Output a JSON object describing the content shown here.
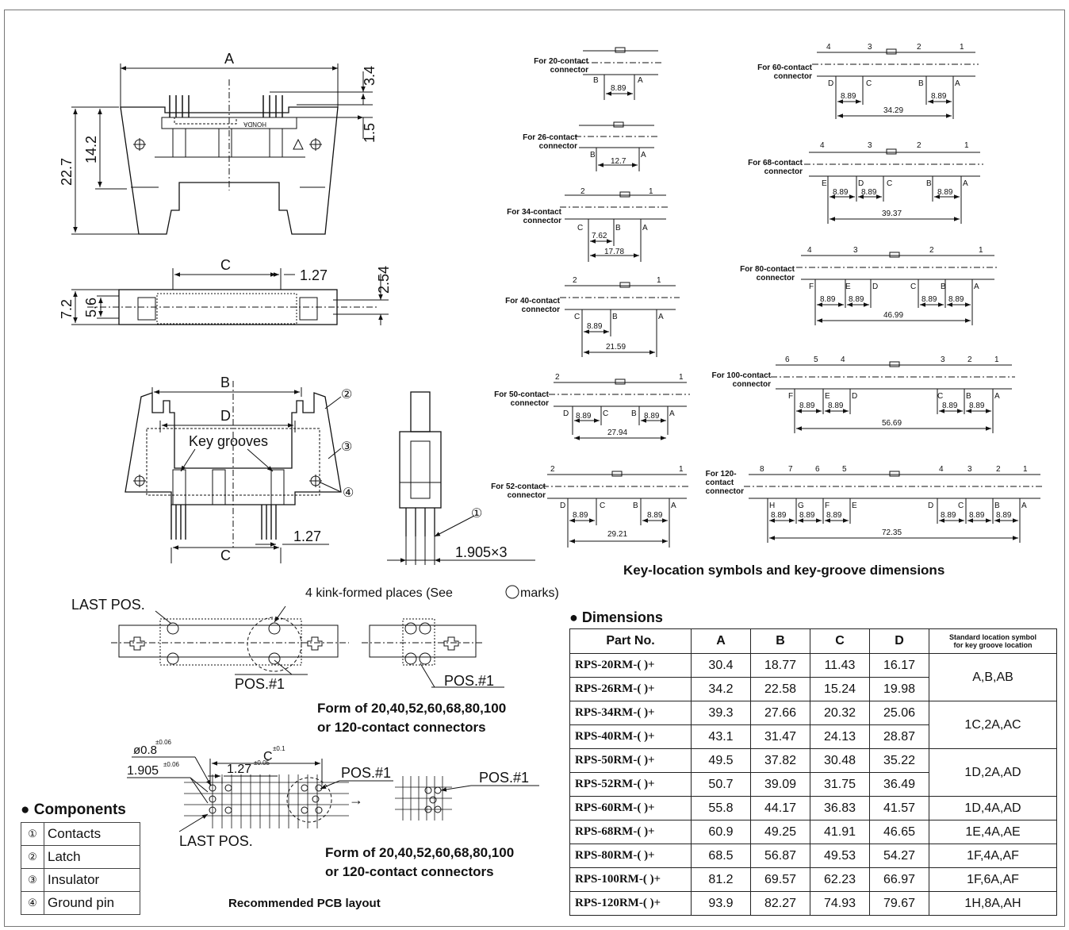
{
  "drawing": {
    "front_view": {
      "A": "A",
      "dim_3_4": "3.4",
      "dim_1_5": "1.5",
      "dim_22_7": "22.7",
      "dim_14_2": "14.2",
      "brand": "HONDA"
    },
    "top_view": {
      "C": "C",
      "dim_1_27": "1.27",
      "dim_2_54": "2.54",
      "dim_7_2": "7.2",
      "dim_5_6": "5.6"
    },
    "side_view": {
      "B": "B",
      "D": "D",
      "key_grooves": "Key grooves",
      "C": "C",
      "dim_1_27": "1.27"
    },
    "pin_view": {
      "dim_pitch": "1.905×3"
    },
    "callouts": [
      "①",
      "②",
      "③",
      "④"
    ],
    "kink": {
      "last_pos": "LAST POS.",
      "note": "4 kink-formed places (See",
      "note_tail": "marks)",
      "pos1_a": "POS.#1",
      "pos1_b": "POS.#1",
      "form1": "Form of 20,40,52,60,68,80,100",
      "form2": "or 120-contact connectors"
    },
    "pcb": {
      "dia": "ø0.8",
      "dia_tol": "±0.06",
      "c": "C",
      "c_tol": "±0.1",
      "p1905": "1.905",
      "p1905_tol": "±0.06",
      "p127": "1.27",
      "p127_tol": "±0.05",
      "pos1_a": "POS.#1",
      "pos1_b": "POS.#1",
      "last_pos": "LAST POS.",
      "arrow": "→",
      "form1": "Form of 20,40,52,60,68,80,100",
      "form2": "or 120-contact connectors",
      "caption": "Recommended PCB layout"
    }
  },
  "key_location": {
    "caption": "Key-location symbols and key-groove dimensions",
    "c20": {
      "label1": "For 20-contact",
      "label2": "connector",
      "sym": [
        "B",
        "A"
      ],
      "dims": [
        "8.89"
      ]
    },
    "c26": {
      "label1": "For 26-contact",
      "label2": "connector",
      "sym": [
        "B",
        "A"
      ],
      "dims": [
        "12.7"
      ]
    },
    "c34": {
      "label1": "For 34-contact",
      "label2": "connector",
      "top": [
        "2",
        "1"
      ],
      "sym": [
        "C",
        "B",
        "A"
      ],
      "dims": [
        "7.62",
        "17.78"
      ]
    },
    "c40": {
      "label1": "For 40-contact",
      "label2": "connector",
      "top": [
        "2",
        "1"
      ],
      "sym": [
        "C",
        "B",
        "A"
      ],
      "dims": [
        "8.89",
        "21.59"
      ]
    },
    "c50": {
      "label1": "For 50-contact",
      "label2": "connector",
      "top": [
        "2",
        "1"
      ],
      "sym": [
        "D",
        "C",
        "B",
        "A"
      ],
      "dims": [
        "8.89",
        "8.89",
        "27.94"
      ]
    },
    "c52": {
      "label1": "For 52-contact",
      "label2": "connector",
      "top": [
        "2",
        "1"
      ],
      "sym": [
        "D",
        "C",
        "B",
        "A"
      ],
      "dims": [
        "8.89",
        "8.89",
        "29.21"
      ]
    },
    "c60": {
      "label1": "For 60-contact",
      "label2": "connector",
      "top": [
        "4",
        "3",
        "2",
        "1"
      ],
      "sym": [
        "D",
        "C",
        "B",
        "A"
      ],
      "dims": [
        "8.89",
        "8.89",
        "34.29"
      ]
    },
    "c68": {
      "label1": "For 68-contact",
      "label2": "connector",
      "top": [
        "4",
        "3",
        "2",
        "1"
      ],
      "sym": [
        "E",
        "D",
        "C",
        "B",
        "A"
      ],
      "dims": [
        "8.89",
        "8.89",
        "8.89",
        "39.37"
      ]
    },
    "c80": {
      "label1": "For 80-contact",
      "label2": "connector",
      "top": [
        "4",
        "3",
        "2",
        "1"
      ],
      "sym": [
        "F",
        "E",
        "D",
        "C",
        "B",
        "A"
      ],
      "dims": [
        "8.89",
        "8.89",
        "8.89",
        "8.89",
        "46.99"
      ]
    },
    "c100": {
      "label1": "For 100-contact",
      "label2": "connector",
      "top": [
        "6",
        "5",
        "4",
        "3",
        "2",
        "1"
      ],
      "sym": [
        "F",
        "E",
        "D",
        "C",
        "B",
        "A"
      ],
      "dims": [
        "8.89",
        "8.89",
        "8.89",
        "8.89",
        "56.69"
      ]
    },
    "c120": {
      "label1": "For 120-",
      "label2": "contact",
      "label3": "connector",
      "top": [
        "8",
        "7",
        "6",
        "5",
        "4",
        "3",
        "2",
        "1"
      ],
      "sym": [
        "H",
        "G",
        "F",
        "E",
        "D",
        "C",
        "B",
        "A"
      ],
      "dims": [
        "8.89",
        "8.89",
        "8.89",
        "8.89",
        "8.89",
        "8.89",
        "72.35"
      ]
    }
  },
  "dimensions": {
    "title": "● Dimensions",
    "headers": [
      "Part No.",
      "A",
      "B",
      "C",
      "D",
      "Standard location symbol",
      "for key groove location"
    ],
    "rows": [
      {
        "part": "RPS-20RM-(  )+",
        "A": "30.4",
        "B": "18.77",
        "C": "11.43",
        "D": "16.17"
      },
      {
        "part": "RPS-26RM-(  )+",
        "A": "34.2",
        "B": "22.58",
        "C": "15.24",
        "D": "19.98"
      },
      {
        "part": "RPS-34RM-(  )+",
        "A": "39.3",
        "B": "27.66",
        "C": "20.32",
        "D": "25.06"
      },
      {
        "part": "RPS-40RM-(  )+",
        "A": "43.1",
        "B": "31.47",
        "C": "24.13",
        "D": "28.87"
      },
      {
        "part": "RPS-50RM-(  )+",
        "A": "49.5",
        "B": "37.82",
        "C": "30.48",
        "D": "35.22"
      },
      {
        "part": "RPS-52RM-(  )+",
        "A": "50.7",
        "B": "39.09",
        "C": "31.75",
        "D": "36.49"
      },
      {
        "part": "RPS-60RM-(  )+",
        "A": "55.8",
        "B": "44.17",
        "C": "36.83",
        "D": "41.57"
      },
      {
        "part": "RPS-68RM-(  )+",
        "A": "60.9",
        "B": "49.25",
        "C": "41.91",
        "D": "46.65"
      },
      {
        "part": "RPS-80RM-(  )+",
        "A": "68.5",
        "B": "56.87",
        "C": "49.53",
        "D": "54.27"
      },
      {
        "part": "RPS-100RM-(  )+",
        "A": "81.2",
        "B": "69.57",
        "C": "62.23",
        "D": "66.97"
      },
      {
        "part": "RPS-120RM-(  )+",
        "A": "93.9",
        "B": "82.27",
        "C": "74.93",
        "D": "79.67"
      }
    ],
    "std": [
      "A,B,AB",
      "1C,2A,AC",
      "1D,2A,AD",
      "1D,4A,AD",
      "1E,4A,AE",
      "1F,4A,AF",
      "1F,6A,AF",
      "1H,8A,AH"
    ]
  },
  "components": {
    "title": "● Components",
    "items": [
      {
        "num": "①",
        "name": "Contacts"
      },
      {
        "num": "②",
        "name": "Latch"
      },
      {
        "num": "③",
        "name": "Insulator"
      },
      {
        "num": "④",
        "name": "Ground pin"
      }
    ]
  }
}
